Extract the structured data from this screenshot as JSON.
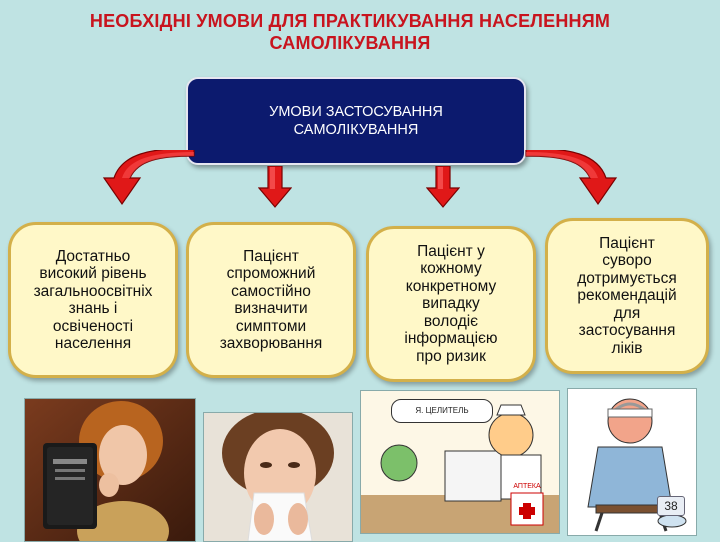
{
  "title": {
    "line1": "НЕОБХІДНІ УМОВИ ДЛЯ ПРАКТИКУВАННЯ НАСЕЛЕННЯМ",
    "line2": "САМОЛІКУВАННЯ"
  },
  "top_box": {
    "line1": "УМОВИ ЗАСТОСУВАННЯ",
    "line2": "САМОЛІКУВАННЯ"
  },
  "cards": [
    [
      "Достатньо",
      "високий рівень",
      "загальноосвітніх",
      "знань і",
      "освіченості",
      "населення"
    ],
    [
      "Пацієнт",
      "спроможний",
      "самостійно",
      "визначити",
      "симптоми",
      "захворювання"
    ],
    [
      "Пацієнт у",
      "кожному",
      "конкретному",
      "випадку",
      "володіє",
      "інформацією",
      "про ризик"
    ],
    [
      "Пацієнт",
      "суворо",
      "дотримується",
      "рекомендацій",
      "для",
      "застосування",
      "ліків"
    ]
  ],
  "illustration_texts": {
    "speech_bubble": "Я. ЦЕЛИТЕЛЬ",
    "pharmacy_label": "АПТЕКА"
  },
  "page_number": "38",
  "colors": {
    "background": "#bfe3e3",
    "title": "#c8141e",
    "top_box": "#0c1a6e",
    "card_fill": "#fff8c8",
    "card_border": "#d3b04a",
    "arrow": "#e01818"
  }
}
